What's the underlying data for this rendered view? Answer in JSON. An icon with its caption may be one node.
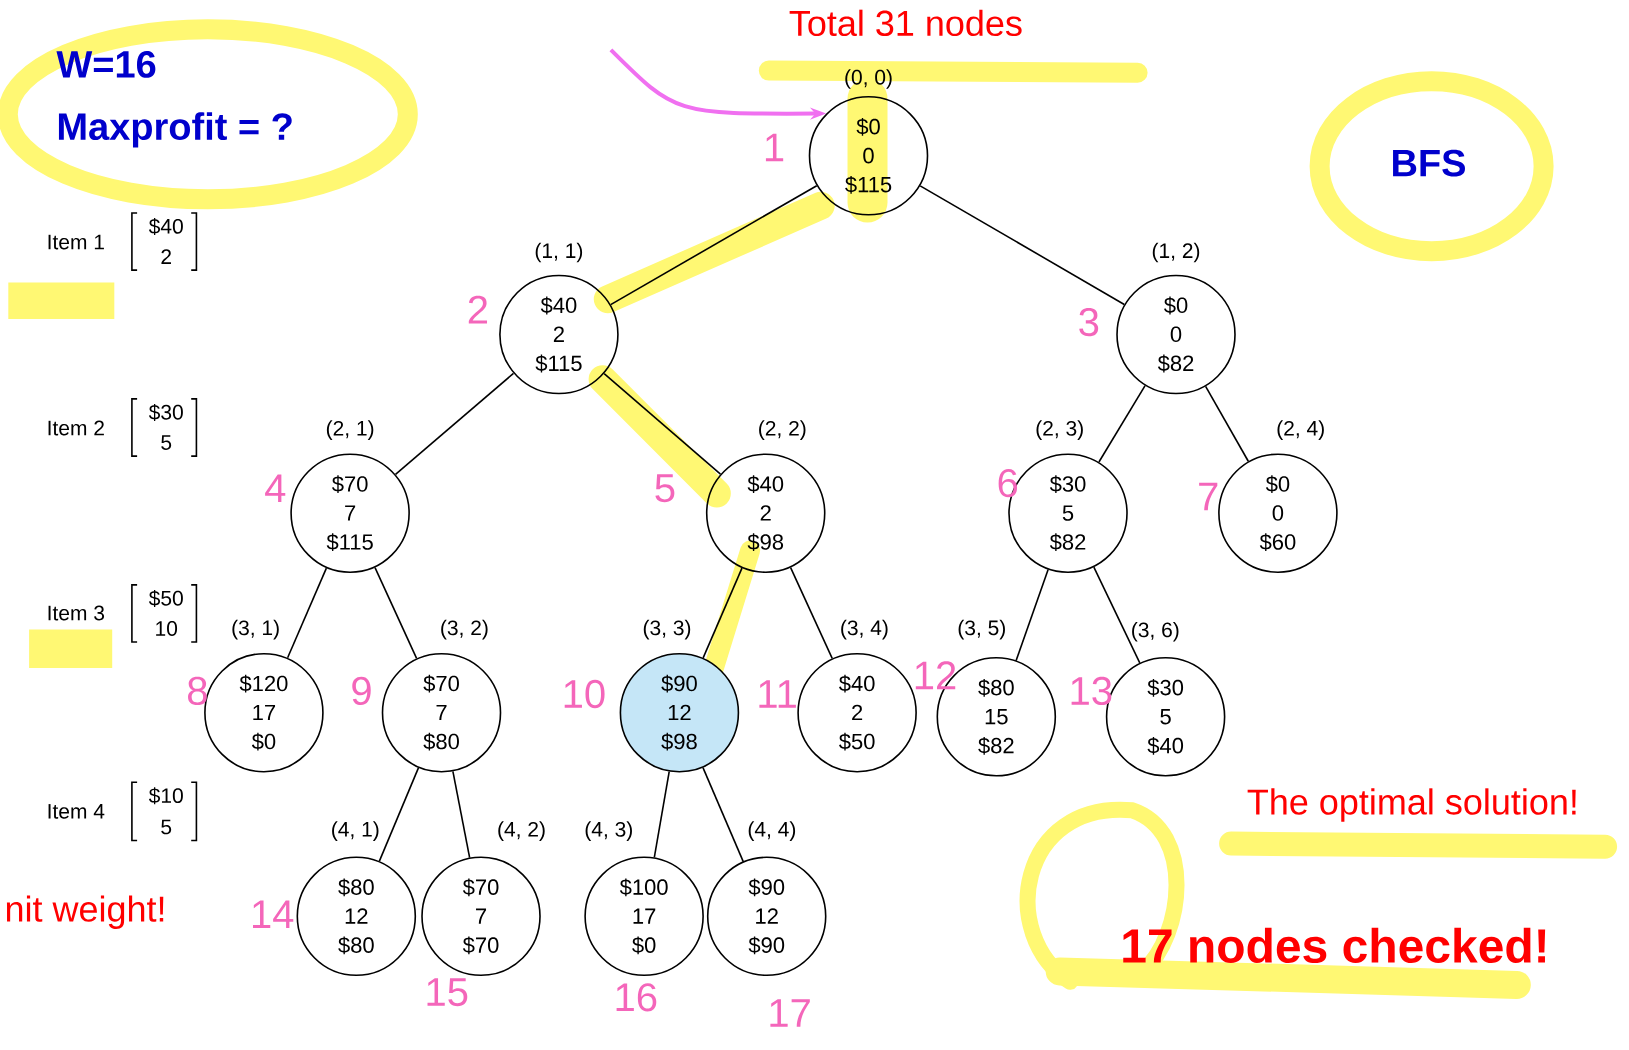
{
  "diagram": {
    "nodes": [
      {
        "text": [
          "$0",
          "0",
          "$115"
        ],
        "beside": [
          "(0, 0)"
        ]
      },
      {
        "text": [
          "$40",
          "2",
          "$115"
        ],
        "beside": [
          "(1, 1)"
        ]
      },
      {
        "text": [
          "$0",
          "0",
          "$82"
        ],
        "beside": [
          "(1, 2)"
        ]
      },
      {
        "text": [
          "$70",
          "7",
          "$115"
        ],
        "beside": [
          "(2, 1)"
        ]
      },
      {
        "text": [
          "$40",
          "2",
          "$98"
        ],
        "beside": [
          "(2, 2)"
        ]
      },
      {
        "text": [
          "$30",
          "5",
          "$82"
        ],
        "beside": [
          "(2, 3)"
        ]
      },
      {
        "text": [
          "$0",
          "0",
          "$60"
        ],
        "beside": [
          "(2, 4)"
        ]
      },
      {
        "text": [
          "$120",
          "17",
          "$0"
        ],
        "beside": [
          "(3, 1)"
        ]
      },
      {
        "text": [
          "$70",
          "7",
          "$80"
        ],
        "beside": [
          "(3, 2)"
        ]
      },
      {
        "text": [
          "$90",
          "12",
          "$98"
        ],
        "beside": [
          "(3, 3)"
        ]
      },
      {
        "text": [
          "$40",
          "2",
          "$50"
        ],
        "beside": [
          "(3, 4)"
        ]
      },
      {
        "text": [
          "$80",
          "15",
          "$82"
        ],
        "beside": [
          "(3, 5)"
        ]
      },
      {
        "text": [
          "$30",
          "5",
          "$40"
        ],
        "beside": [
          "(3, 6)"
        ]
      },
      {
        "text": [
          "$80",
          "12",
          "$80"
        ],
        "beside": [
          "(4, 1)"
        ]
      },
      {
        "text": [
          "$70",
          "7",
          "$70"
        ],
        "beside": [
          "(4, 2)"
        ]
      },
      {
        "text": [
          "$100",
          "17",
          "$0"
        ],
        "beside": [
          "(4, 3)"
        ]
      },
      {
        "text": [
          "$90",
          "12",
          "$90"
        ],
        "beside": [
          "(4, 4)"
        ]
      }
    ],
    "edges": [
      {
        "from": null,
        "to": 0,
        "arrow": "to",
        "color": "#f070f0"
      },
      {
        "from": 0,
        "to": 1,
        "arrow": "none"
      },
      {
        "from": 0,
        "to": 2,
        "arrow": "none"
      },
      {
        "from": 1,
        "to": 3,
        "arrow": "none"
      },
      {
        "from": 1,
        "to": 4,
        "arrow": "none"
      },
      {
        "from": 2,
        "to": 5,
        "arrow": "none"
      },
      {
        "from": 2,
        "to": 6,
        "arrow": "none"
      },
      {
        "from": 3,
        "to": 7,
        "arrow": "none"
      },
      {
        "from": 3,
        "to": 8,
        "arrow": "none"
      },
      {
        "from": 4,
        "to": 9,
        "arrow": "none"
      },
      {
        "from": 4,
        "to": 10,
        "arrow": "none"
      },
      {
        "from": 5,
        "to": 11,
        "arrow": "none"
      },
      {
        "from": 5,
        "to": 12,
        "arrow": "none"
      },
      {
        "from": 8,
        "to": 13,
        "arrow": "none"
      },
      {
        "from": 8,
        "to": 14,
        "arrow": "none"
      },
      {
        "from": 9,
        "to": 15,
        "arrow": "none"
      },
      {
        "from": 9,
        "to": 16,
        "arrow": "none"
      }
    ],
    "labels": [
      "W=16",
      "Maxprofit  = ?",
      "Total 31 nodes",
      "BFS",
      "Item 1",
      "$40",
      "2",
      "Item 2",
      "$30",
      "5",
      "Item 3",
      "$50",
      "10",
      "Item 4",
      "$10",
      "5",
      "nit weight!",
      "The optimal solution!",
      "17 nodes checked!",
      "1",
      "2",
      "3",
      "4",
      "5",
      "6",
      "7",
      "8",
      "9",
      "10",
      "11",
      "12",
      "13",
      "14",
      "15",
      "16",
      "17"
    ]
  }
}
